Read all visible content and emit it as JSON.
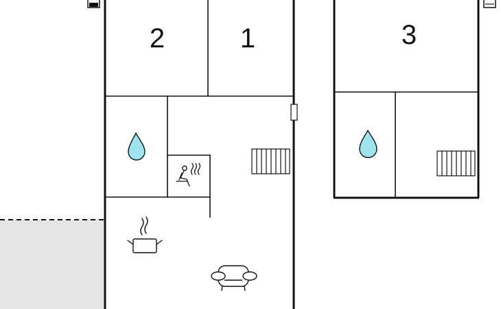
{
  "rooms": [
    {
      "id": "room-2",
      "label": "2"
    },
    {
      "id": "room-1",
      "label": "1"
    },
    {
      "id": "room-3",
      "label": "3"
    }
  ],
  "icons": [
    "water-drop-icon",
    "sauna-icon",
    "stairs-icon",
    "cooking-pot-icon",
    "sofa-icon",
    "window-icon",
    "door-marker-icon"
  ],
  "colors": {
    "wall": "#111111",
    "water": "#9ee3ef",
    "terrace": "#e6e6e6",
    "background": "#ffffff"
  }
}
